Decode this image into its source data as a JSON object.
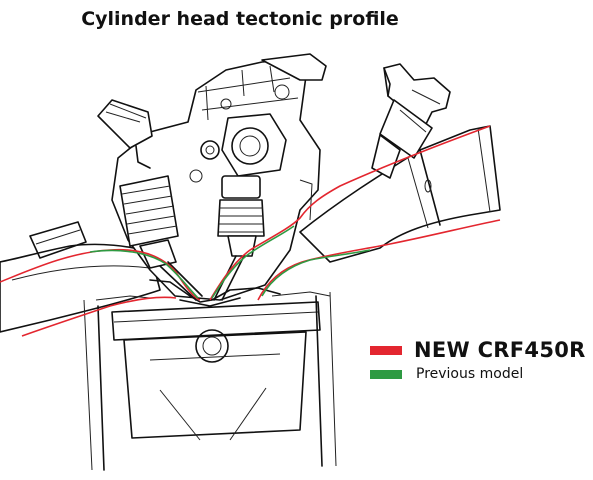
{
  "title": "Cylinder head tectonic profile",
  "legend": {
    "new_label": "NEW CRF450R",
    "previous_label": "Previous model"
  },
  "colors": {
    "new_model": "#e3262f",
    "previous_model": "#2e9a42",
    "line_art": "#111111",
    "background": "#ffffff"
  }
}
